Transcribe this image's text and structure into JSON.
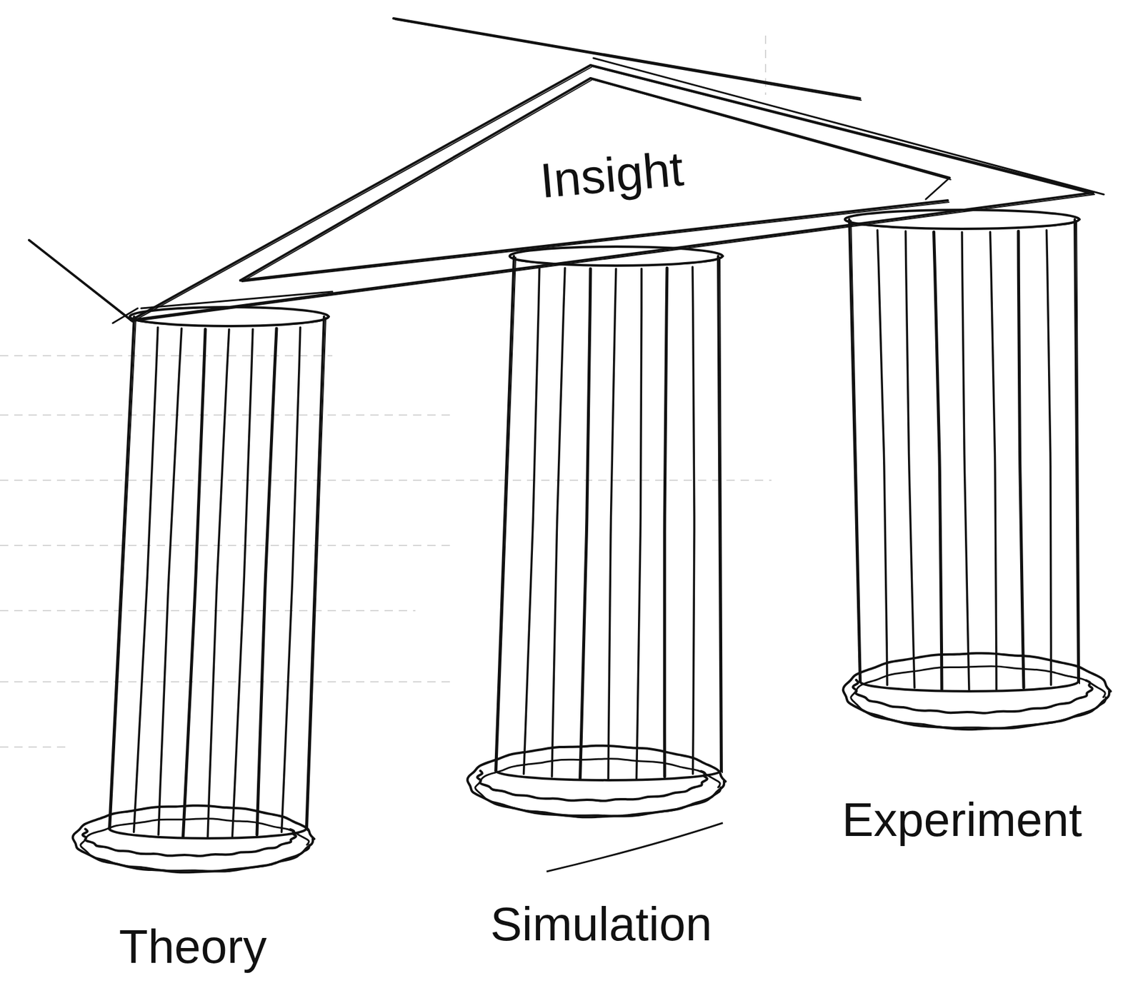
{
  "diagram": {
    "nodes": [
      {
        "text": [
          "Insight"
        ]
      },
      {
        "text": [
          "Theory"
        ]
      },
      {
        "text": [
          "Simulation"
        ]
      },
      {
        "text": [
          "Experiment"
        ]
      }
    ]
  }
}
